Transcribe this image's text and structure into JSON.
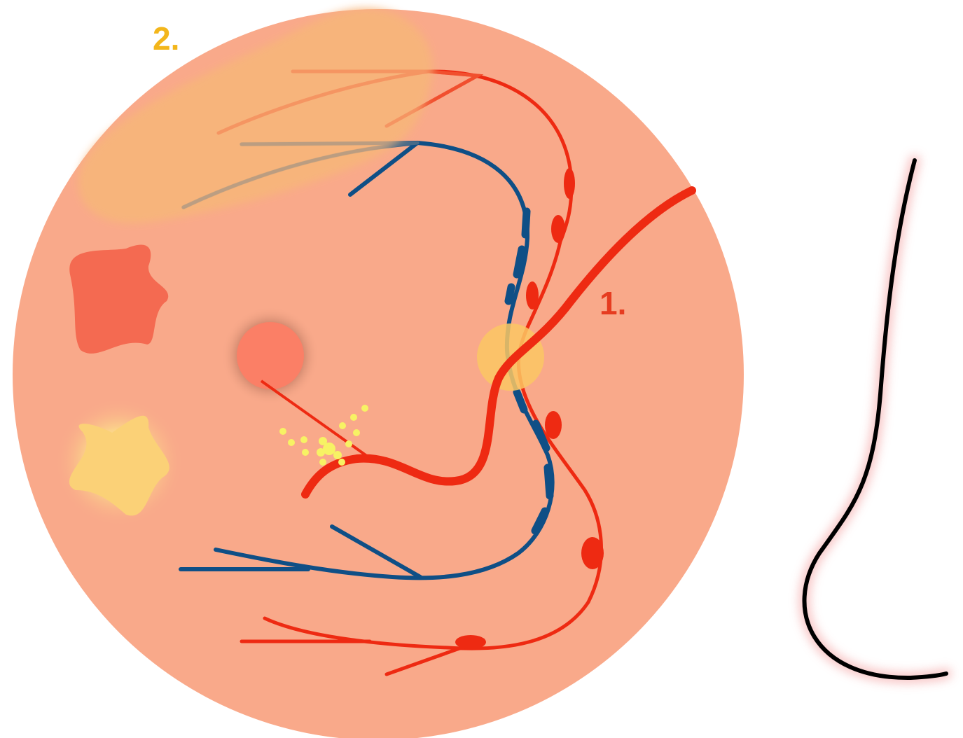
{
  "labels": {
    "marker_1": "1.",
    "marker_2": "2."
  },
  "colors": {
    "background": "#ffffff",
    "disc_fill": "#f9a98a",
    "red_vessel": "#ee2a12",
    "blue_vessel": "#0f4f86",
    "overlay_patch": "#f7b57a",
    "spot_orange": "#fb7f66",
    "star_shape": "#f46a51",
    "yellow_star": "#fbd177",
    "yellow_dots": "#f7f264",
    "crossing_spot": "#fcc763",
    "label_1": "#e63c20",
    "label_2": "#f3b61b",
    "profile_curve": "#000000"
  },
  "icons": [
    "retina-disc",
    "profile-curve"
  ]
}
